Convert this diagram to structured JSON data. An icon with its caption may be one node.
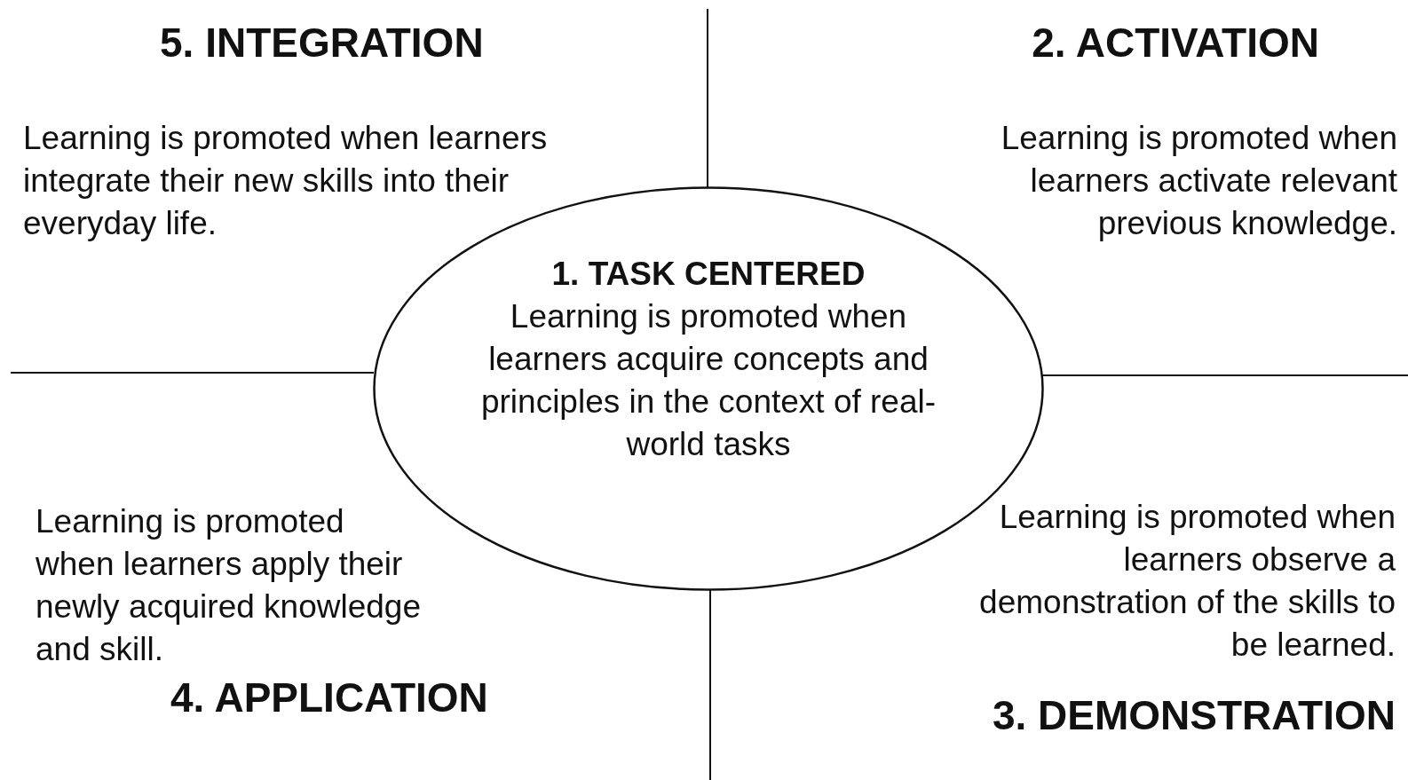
{
  "diagram": {
    "nodes": [
      {
        "text": [
          "1. TASK CENTERED",
          "Learning is promoted when learners acquire concepts and principles in the context of real-world tasks"
        ]
      }
    ],
    "edges": [],
    "labels": [
      "5. INTEGRATION",
      "2. ACTIVATION",
      "Learning is promoted when learners integrate their new skills into their everyday life.",
      "Learning is promoted when learners activate relevant previous knowledge.",
      "Learning is promoted when learners apply their newly acquired knowledge and skill.",
      "Learning is promoted when learners observe a demonstration of the skills to be learned.",
      "4. APPLICATION",
      "3. DEMONSTRATION"
    ]
  }
}
